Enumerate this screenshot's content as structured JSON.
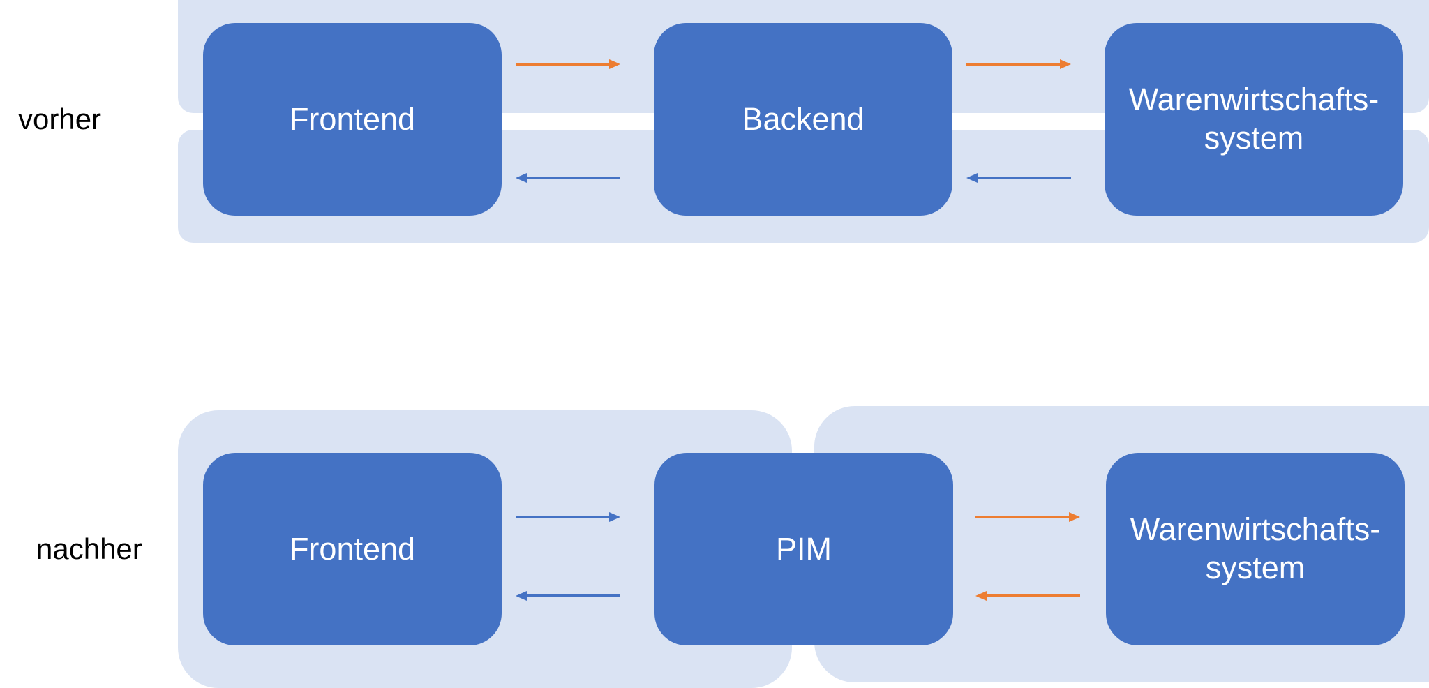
{
  "colors": {
    "band": "#dae3f3",
    "node": "#4472c4",
    "arrow_orange": "#ed7d31",
    "arrow_blue": "#4472c4"
  },
  "before": {
    "label": "vorher",
    "nodes": [
      "Frontend",
      "Backend",
      "Warenwirtschafts-\nsystem"
    ],
    "arrows": [
      {
        "from": "Frontend",
        "to": "Backend",
        "color": "orange"
      },
      {
        "from": "Backend",
        "to": "Warenwirtschafts-system",
        "color": "orange"
      },
      {
        "from": "Backend",
        "to": "Frontend",
        "color": "blue"
      },
      {
        "from": "Warenwirtschafts-system",
        "to": "Backend",
        "color": "blue"
      }
    ]
  },
  "after": {
    "label": "nachher",
    "nodes": [
      "Frontend",
      "PIM",
      "Warenwirtschafts-\nsystem"
    ],
    "arrows": [
      {
        "from": "Frontend",
        "to": "PIM",
        "color": "blue"
      },
      {
        "from": "PIM",
        "to": "Warenwirtschafts-system",
        "color": "orange"
      },
      {
        "from": "PIM",
        "to": "Frontend",
        "color": "blue"
      },
      {
        "from": "Warenwirtschafts-system",
        "to": "PIM",
        "color": "orange"
      }
    ]
  }
}
